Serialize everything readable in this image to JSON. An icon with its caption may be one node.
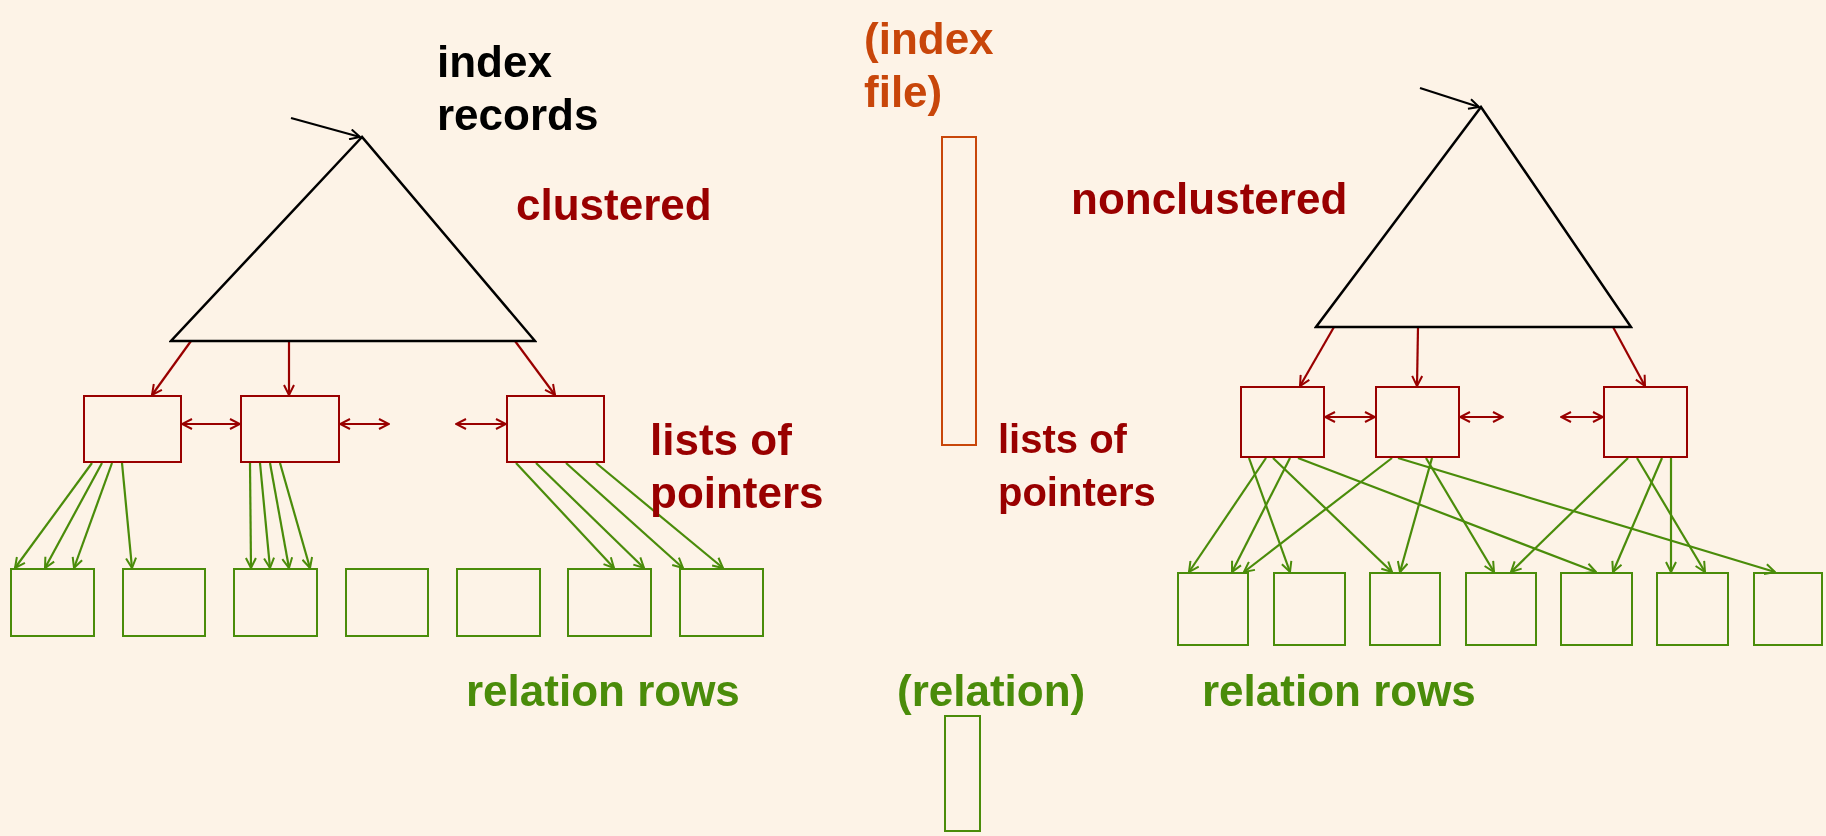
{
  "diagram": {
    "nodes": [
      {
        "text": [],
        "shape": "triangle"
      },
      {
        "text": [],
        "shape": "bar",
        "beside": [
          "(index file)"
        ]
      },
      {
        "text": [],
        "shape": "triangle"
      },
      {
        "text": [],
        "shape": "box"
      },
      {
        "text": [],
        "shape": "box"
      },
      {
        "text": [],
        "shape": "box"
      },
      {
        "text": [],
        "shape": "box"
      },
      {
        "text": [],
        "shape": "box"
      },
      {
        "text": [],
        "shape": "box"
      },
      {
        "text": [],
        "shape": "box"
      },
      {
        "text": [],
        "shape": "box"
      },
      {
        "text": [],
        "shape": "box"
      },
      {
        "text": [],
        "shape": "box"
      },
      {
        "text": [],
        "shape": "box"
      },
      {
        "text": [],
        "shape": "box"
      },
      {
        "text": [],
        "shape": "box"
      },
      {
        "text": [],
        "shape": "box"
      },
      {
        "text": [],
        "shape": "box"
      },
      {
        "text": [],
        "shape": "box"
      },
      {
        "text": [],
        "shape": "box"
      },
      {
        "text": [],
        "shape": "box"
      },
      {
        "text": [],
        "shape": "box"
      },
      {
        "text": [],
        "shape": "box"
      },
      {
        "text": [],
        "shape": "bar",
        "beside": [
          "(relation)"
        ]
      }
    ],
    "edges": [
      {
        "from": null,
        "to": 0,
        "arrow": "to",
        "color": "#000000"
      },
      {
        "from": null,
        "to": 2,
        "arrow": "to",
        "color": "#000000"
      },
      {
        "from": 0,
        "to": 3,
        "arrow": "to",
        "color": "#990000"
      },
      {
        "from": 0,
        "to": 4,
        "arrow": "to",
        "color": "#990000"
      },
      {
        "from": 0,
        "to": 5,
        "arrow": "to",
        "color": "#990000"
      },
      {
        "from": 3,
        "to": 4,
        "arrow": "both",
        "color": "#990000"
      },
      {
        "from": 4,
        "to": null,
        "arrow": "both",
        "color": "#990000"
      },
      {
        "from": null,
        "to": 5,
        "arrow": "both",
        "color": "#990000"
      },
      {
        "from": 2,
        "to": 6,
        "arrow": "to",
        "color": "#990000"
      },
      {
        "from": 2,
        "to": 7,
        "arrow": "to",
        "color": "#990000"
      },
      {
        "from": 2,
        "to": 8,
        "arrow": "to",
        "color": "#990000"
      },
      {
        "from": 6,
        "to": 7,
        "arrow": "both",
        "color": "#990000"
      },
      {
        "from": 7,
        "to": null,
        "arrow": "both",
        "color": "#990000"
      },
      {
        "from": null,
        "to": 8,
        "arrow": "both",
        "color": "#990000"
      },
      {
        "from": 3,
        "to": 9,
        "arrow": "to"
      },
      {
        "from": 3,
        "to": 9,
        "arrow": "to"
      },
      {
        "from": 3,
        "to": 9,
        "arrow": "to"
      },
      {
        "from": 3,
        "to": 10,
        "arrow": "to"
      },
      {
        "from": 4,
        "to": 11,
        "arrow": "to"
      },
      {
        "from": 4,
        "to": 11,
        "arrow": "to"
      },
      {
        "from": 4,
        "to": 11,
        "arrow": "to"
      },
      {
        "from": 4,
        "to": 11,
        "arrow": "to"
      },
      {
        "from": 5,
        "to": 14,
        "arrow": "to"
      },
      {
        "from": 5,
        "to": 14,
        "arrow": "to"
      },
      {
        "from": 5,
        "to": 15,
        "arrow": "to"
      },
      {
        "from": 5,
        "to": 15,
        "arrow": "to"
      },
      {
        "from": 6,
        "to": 16,
        "arrow": "to"
      },
      {
        "from": 6,
        "to": 16,
        "arrow": "to"
      },
      {
        "from": 6,
        "to": 17,
        "arrow": "to"
      },
      {
        "from": 6,
        "to": 18,
        "arrow": "to"
      },
      {
        "from": 6,
        "to": 20,
        "arrow": "to"
      },
      {
        "from": 7,
        "to": 16,
        "arrow": "to"
      },
      {
        "from": 7,
        "to": 18,
        "arrow": "to"
      },
      {
        "from": 7,
        "to": 19,
        "arrow": "to"
      },
      {
        "from": 7,
        "to": 22,
        "arrow": "to"
      },
      {
        "from": 8,
        "to": 19,
        "arrow": "to"
      },
      {
        "from": 8,
        "to": 20,
        "arrow": "to"
      },
      {
        "from": 8,
        "to": 21,
        "arrow": "to"
      },
      {
        "from": 8,
        "to": 21,
        "arrow": "to"
      }
    ],
    "labels": [
      "index records",
      "nonclustered",
      "clustered",
      "lists of pointers",
      "lists of pointers",
      "relation rows",
      "relation rows"
    ]
  }
}
